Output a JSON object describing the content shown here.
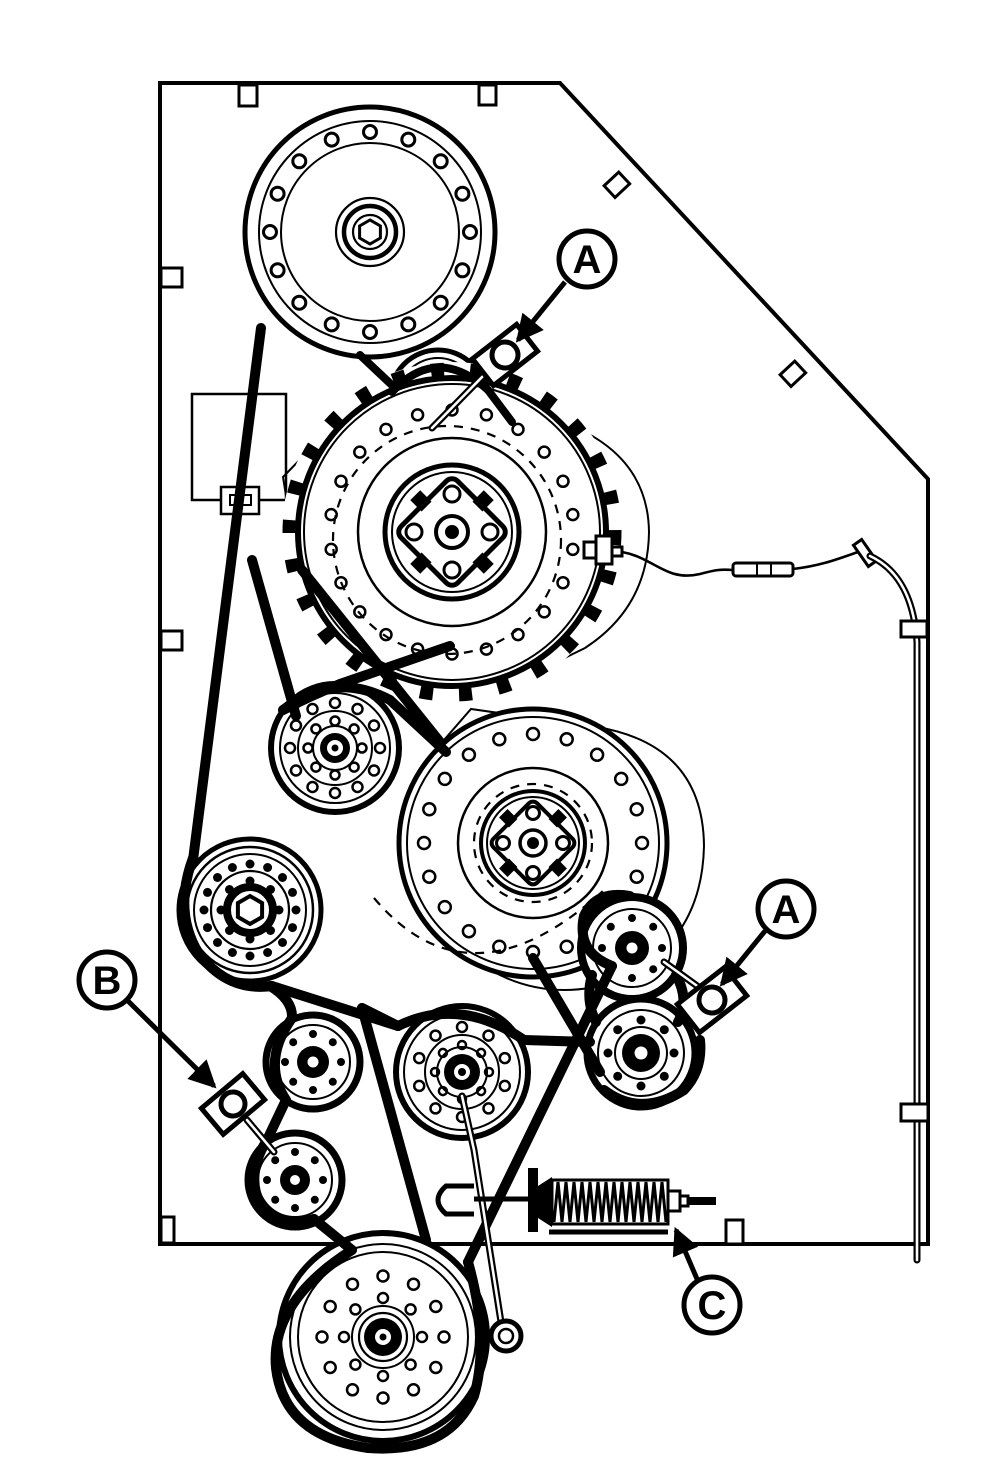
{
  "diagram": {
    "colors": {
      "line": "#000000",
      "background": "#ffffff"
    },
    "callouts": [
      {
        "id": "a-top",
        "label": "A"
      },
      {
        "id": "a-right",
        "label": "A"
      },
      {
        "id": "b-left",
        "label": "B"
      },
      {
        "id": "c-spring",
        "label": "C"
      }
    ]
  }
}
